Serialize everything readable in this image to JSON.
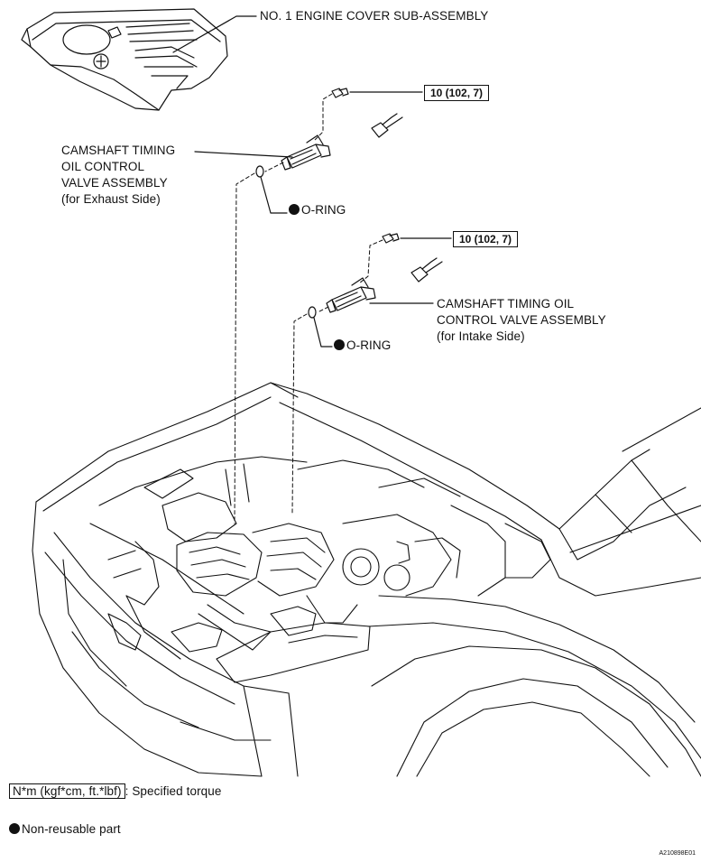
{
  "labels": {
    "engine_cover": "NO. 1 ENGINE COVER SUB-ASSEMBLY",
    "exhaust_valve": [
      "CAMSHAFT TIMING",
      "OIL CONTROL",
      "VALVE ASSEMBLY",
      "(for Exhaust Side)"
    ],
    "intake_valve": [
      "CAMSHAFT TIMING OIL",
      "CONTROL VALVE ASSEMBLY",
      "(for Intake Side)"
    ],
    "o_ring": "O-RING"
  },
  "torque": {
    "exhaust_bolt": "10 (102, 7)",
    "intake_bolt": "10 (102, 7)"
  },
  "legend": {
    "torque_unit": "N*m (kgf*cm, ft.*lbf)",
    "torque_desc": ": Specified torque",
    "non_reusable": "Non-reusable part"
  },
  "figure_code": "A210898E01",
  "icons": [
    "non-reusable-dot-icon"
  ]
}
